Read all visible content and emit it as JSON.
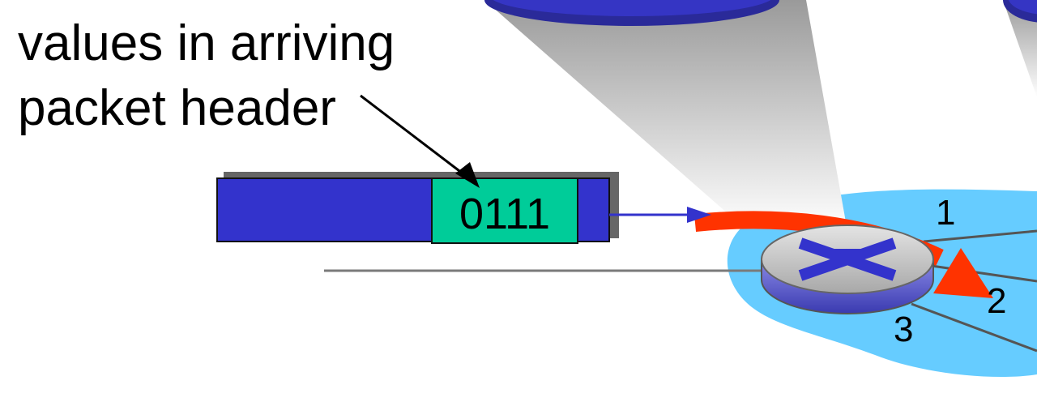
{
  "annotation": {
    "line1": "values in arriving",
    "line2": "packet header"
  },
  "packet": {
    "header_bits": "0111"
  },
  "router": {
    "ports": {
      "p1": "1",
      "p2": "2",
      "p3": "3"
    }
  },
  "colors": {
    "packet_body": "#3333CC",
    "header_field": "#00CC99",
    "network_cloud": "#66CCFF",
    "forwarding_arrow": "#FF3300",
    "router_top": "#BFBFBF",
    "router_side": "#5C5CD6",
    "router_mark": "#3333CC"
  },
  "icons": {
    "router": "router-icon",
    "table_cylinder": "forwarding-table-icon"
  }
}
